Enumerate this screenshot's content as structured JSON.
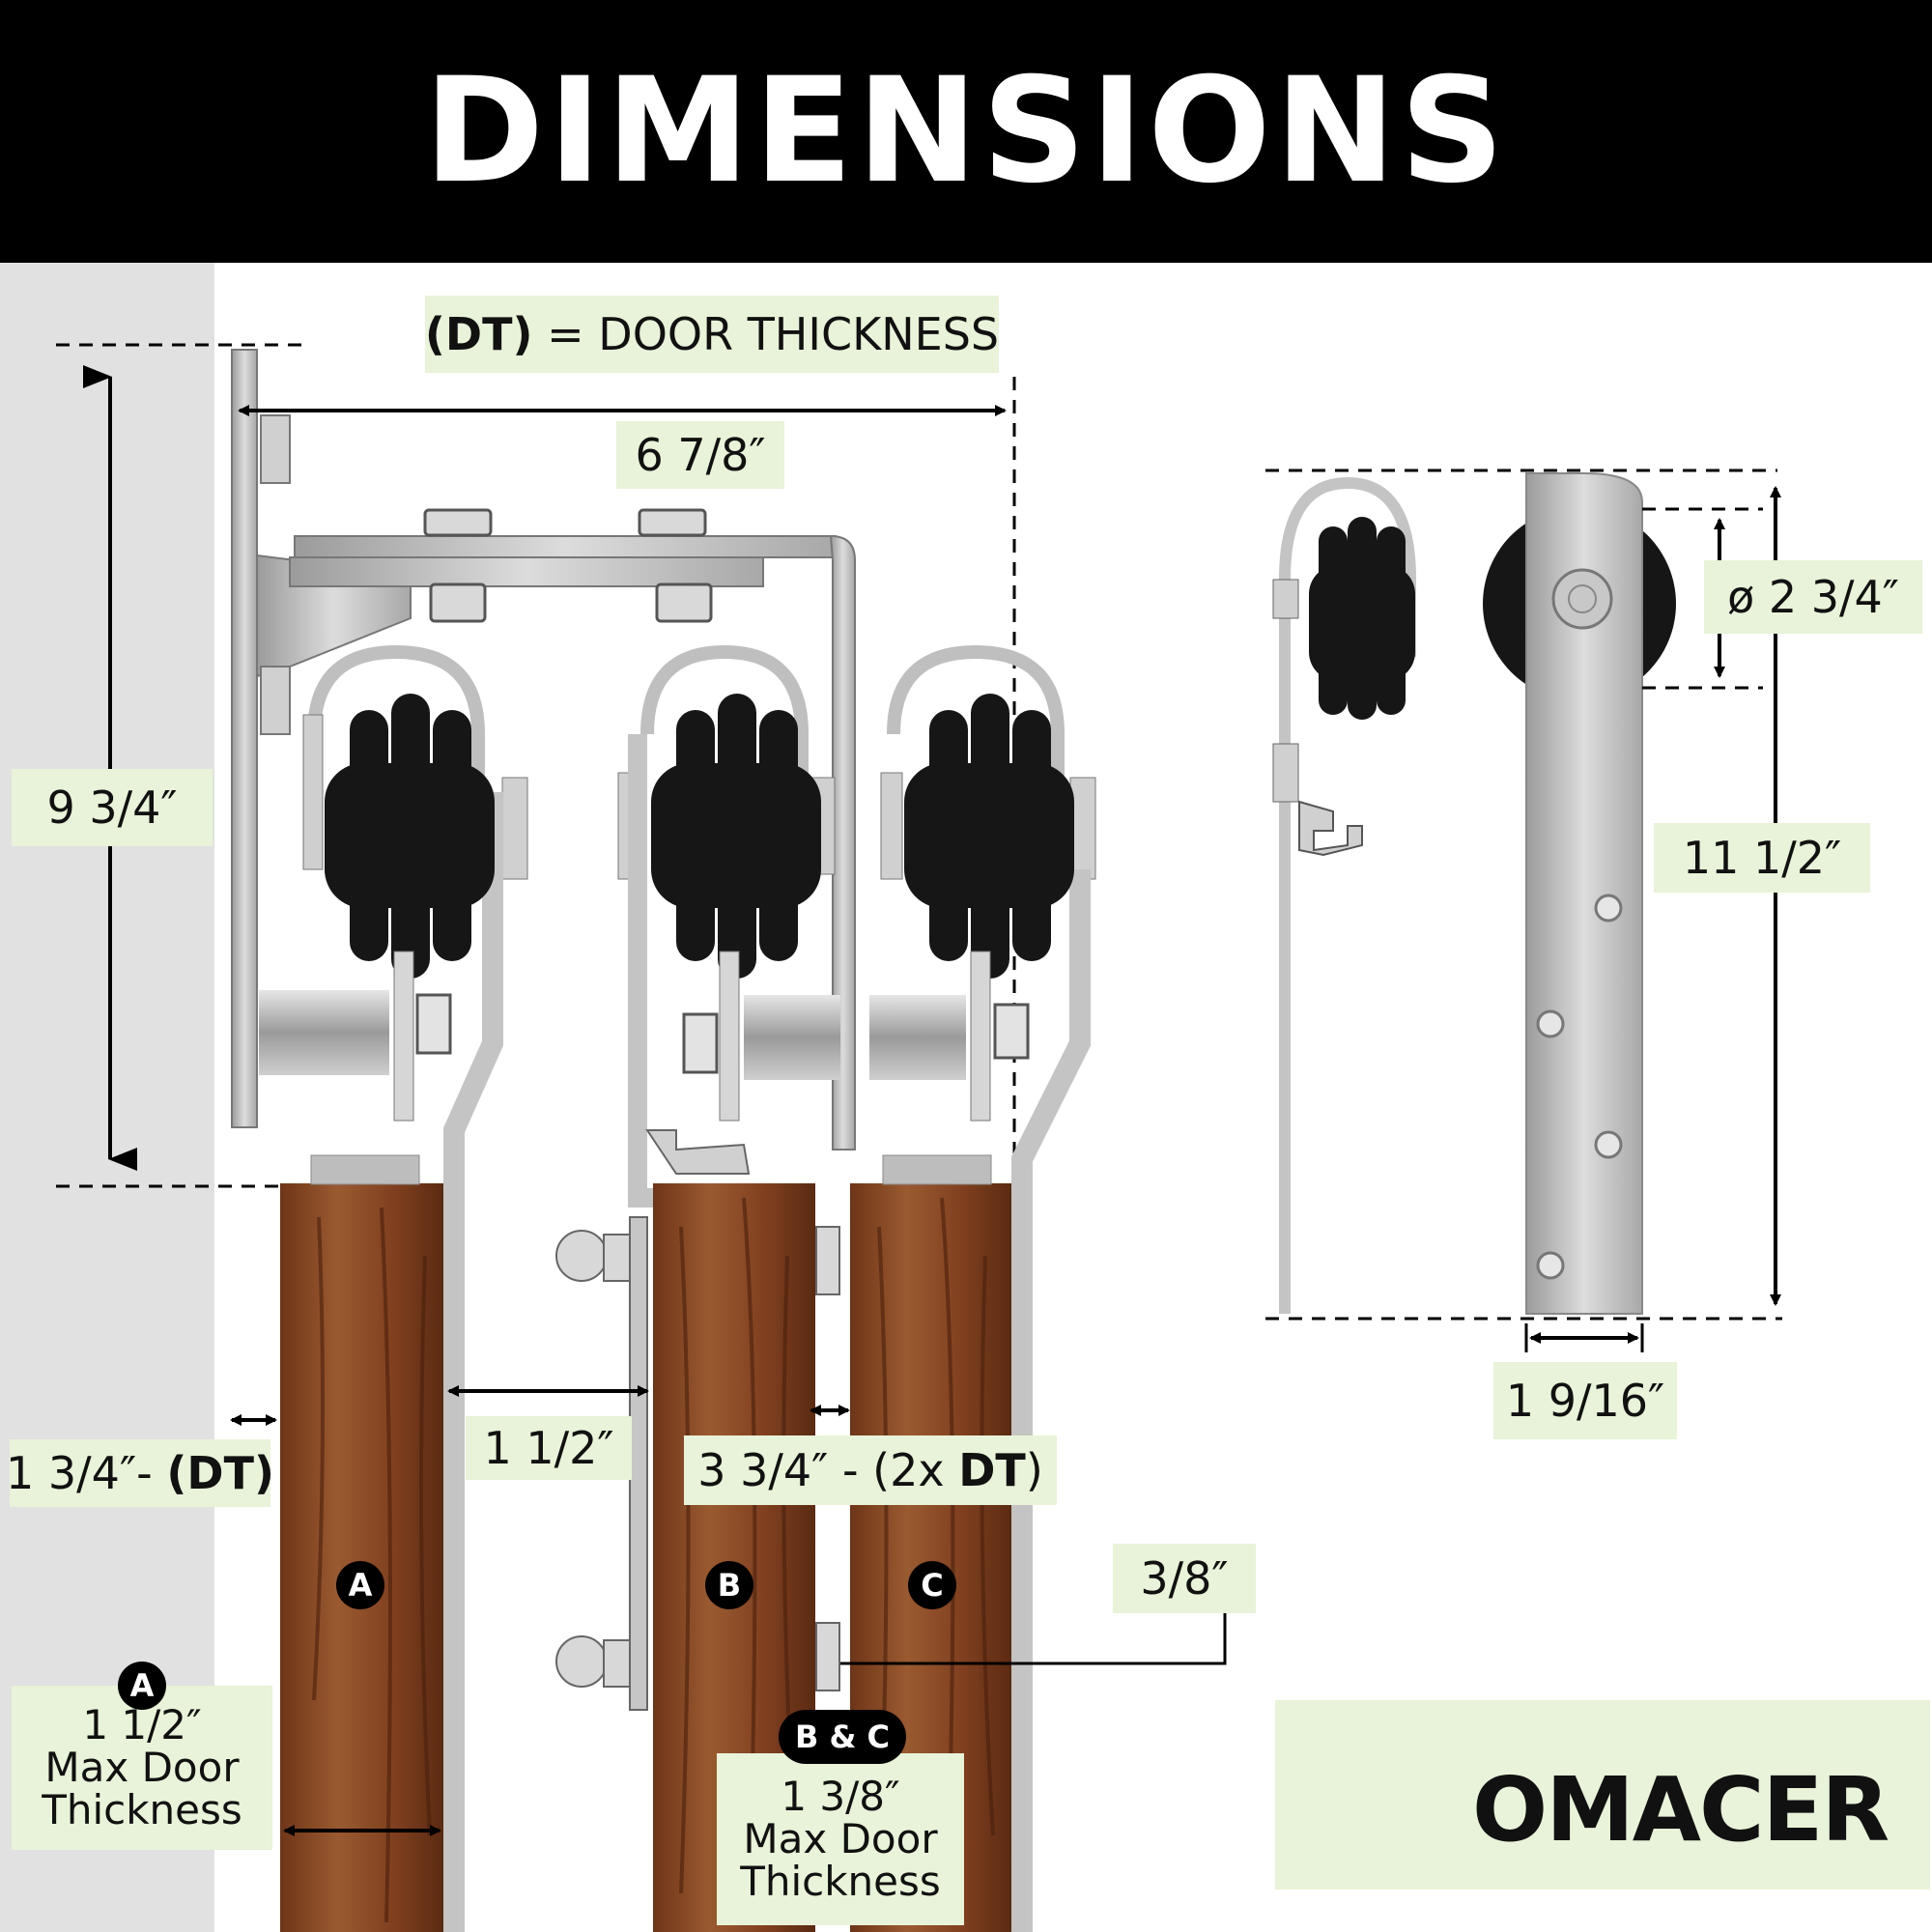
{
  "title": "DIMENSIONS",
  "legend": {
    "dt_label": "(DT)",
    "equals": "=",
    "dt_meaning": "DOOR THICKNESS"
  },
  "dimensions": {
    "width": "6  7/8″",
    "height": "9 3/4″",
    "wall_gap": "1 3/4″- ",
    "wall_gap_dt": "(DT)",
    "door_gap": "1 1/2″",
    "bc_gap": "3 3/4″ - (2x ",
    "bc_gap_dt": "DT",
    "bc_gap_end": ")",
    "spacer": "3/8″",
    "hanger_height": "11 1/2″",
    "wheel_diameter": "ø 2 3/4″",
    "strap_width": "1 9/16″"
  },
  "doors": {
    "a": "A",
    "b": "B",
    "c": "C"
  },
  "door_a_note": {
    "badge": "A",
    "value": "1 1/2″",
    "line1": "Max Door",
    "line2": "Thickness"
  },
  "door_bc_note": {
    "badge": "B & C",
    "value": "1 3/8″",
    "line1": "Max Door",
    "line2": "Thickness"
  },
  "brand": {
    "name": "OMACER",
    "logo_colors": {
      "house": "#6ab43a",
      "letter": "#111111"
    }
  },
  "colors": {
    "header_bg": "#000000",
    "label_bg": "#e8f3d9",
    "wood": "#8b4a26",
    "steel": "#c4c4c4",
    "wheel": "#161616",
    "wall": "#e1e1e1"
  }
}
